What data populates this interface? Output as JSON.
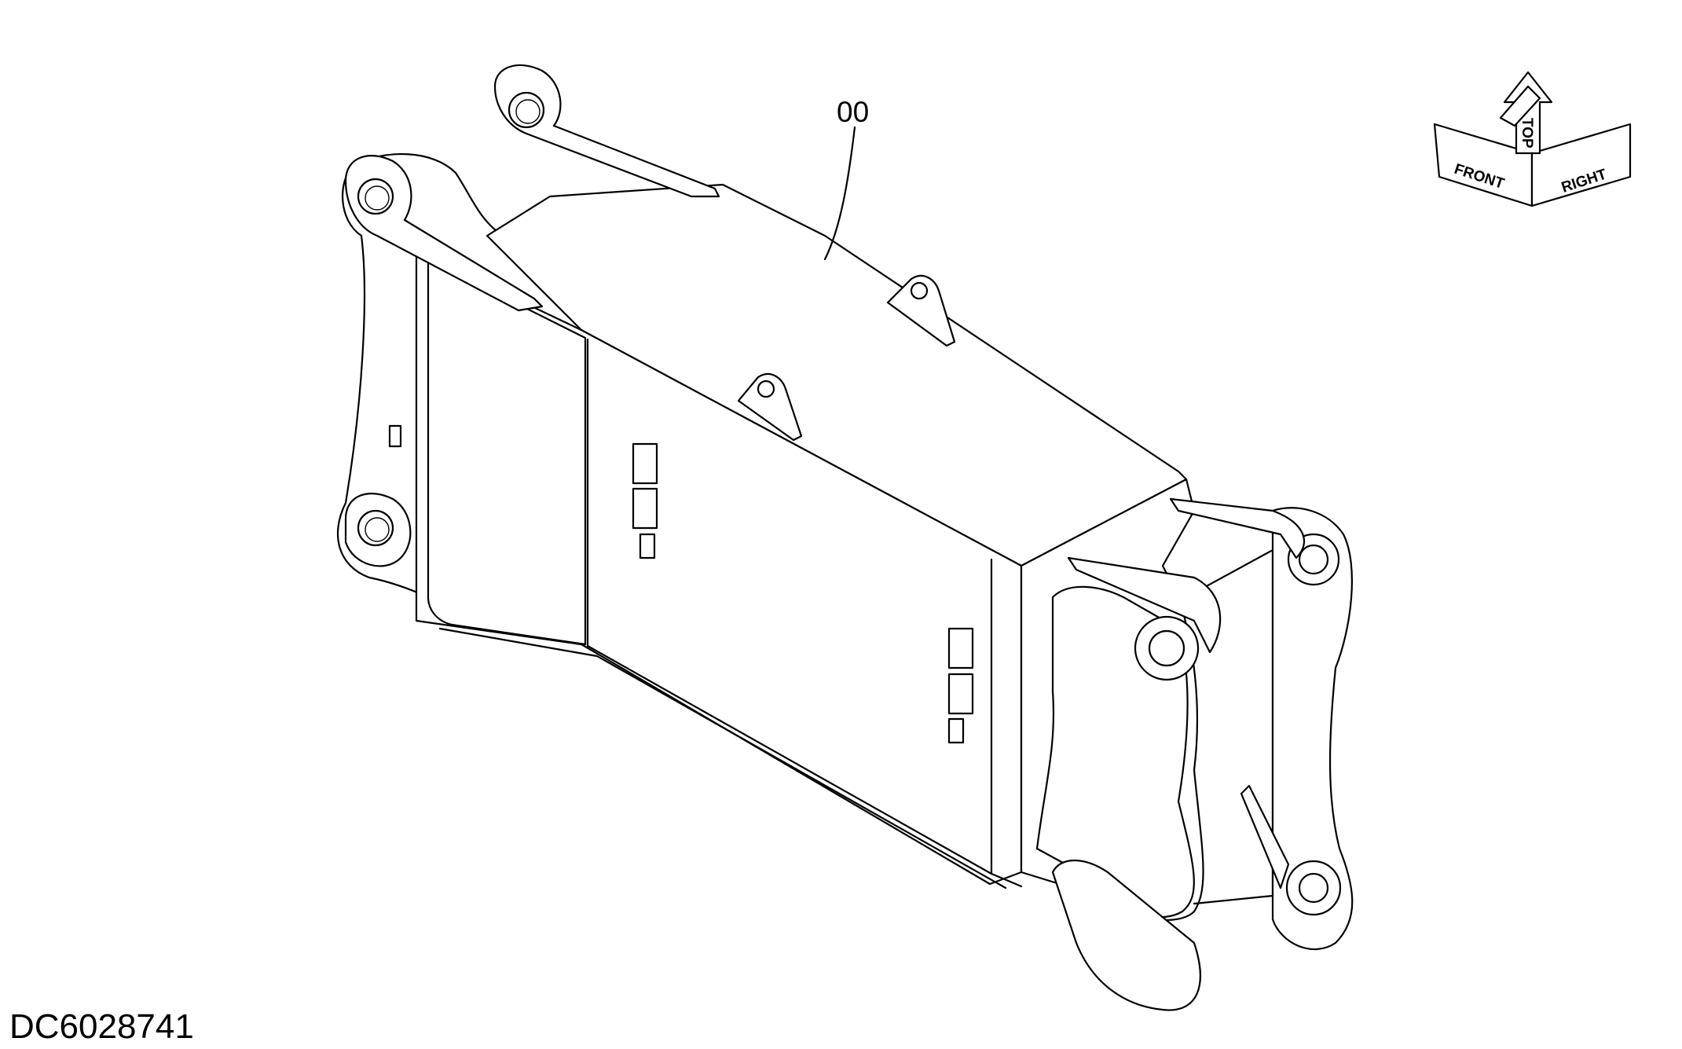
{
  "drawing": {
    "part_callout": "00",
    "drawing_code": "DC6028741"
  },
  "orientation_indicator": {
    "front": "FRONT",
    "top": "TOP",
    "right": "RIGHT"
  }
}
